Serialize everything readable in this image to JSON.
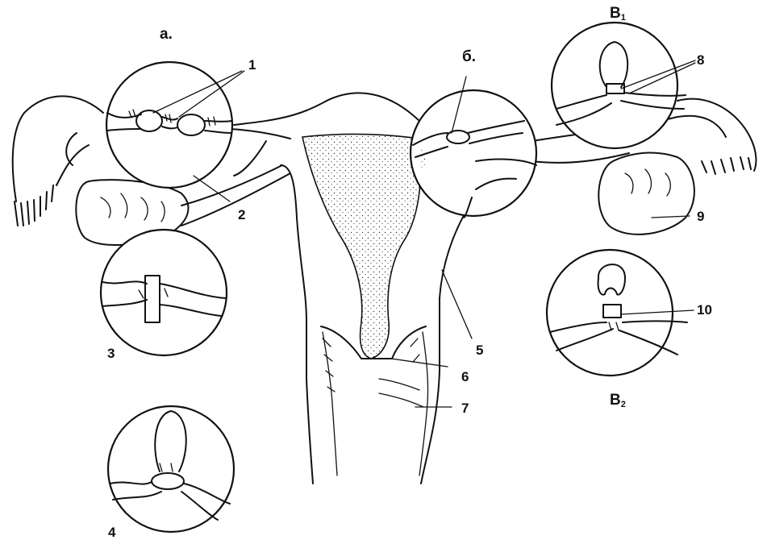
{
  "labels": {
    "a": "а.",
    "b": "б.",
    "v1_letter": "В",
    "v1_sub": "1",
    "v2_letter": "В",
    "v2_sub": "2",
    "n1": "1",
    "n2": "2",
    "n3": "3",
    "n4": "4",
    "n5": "5",
    "n6": "6",
    "n7": "7",
    "n8": "8",
    "n9": "9",
    "n10": "10"
  },
  "colors": {
    "ink": "#111111",
    "paper": "#ffffff"
  }
}
